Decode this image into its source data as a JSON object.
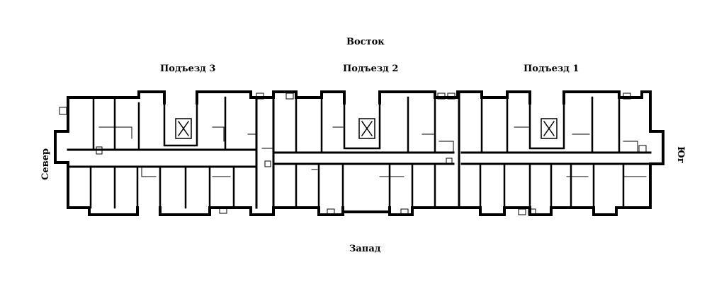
{
  "compass": {
    "east": "Восток",
    "west": "Запад",
    "north": "Север",
    "south": "Юг"
  },
  "entrances": [
    {
      "label": "Подъезд 3"
    },
    {
      "label": "Подъезд 2"
    },
    {
      "label": "Подъезд 1"
    }
  ]
}
